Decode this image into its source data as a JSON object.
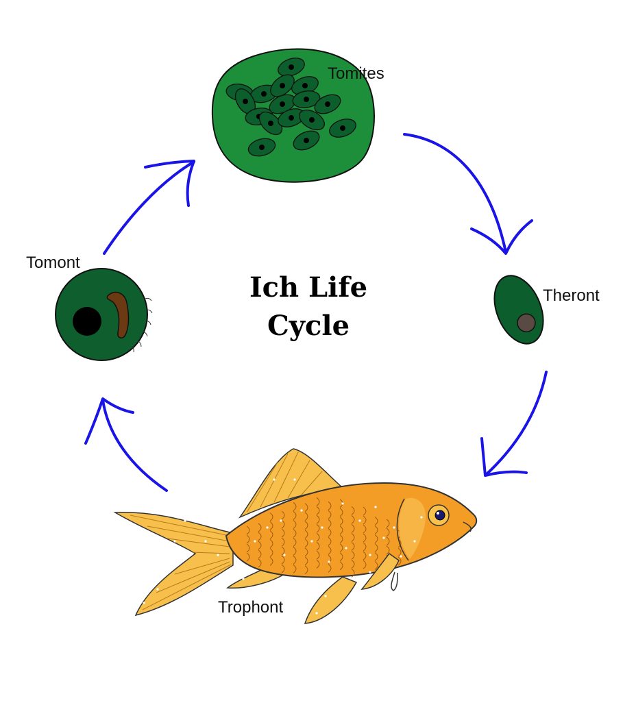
{
  "diagram": {
    "title_line1": "Ich Life",
    "title_line2": "Cycle",
    "stages": {
      "tomites": "Tomites",
      "theront": "Theront",
      "trophont": "Trophont",
      "tomont": "Tomont"
    }
  },
  "colors": {
    "arrow": "#1a14e6",
    "cyst_green": "#1d8f3b",
    "cell_green": "#0d5e2d",
    "fish_orange": "#f49d26",
    "fin_yellow": "#f7c04d",
    "tomont_green": "#0e5e2e",
    "tomont_band": "#6b3a12",
    "nucleus": "#000000",
    "theront_nucleus": "#5a4a44"
  }
}
